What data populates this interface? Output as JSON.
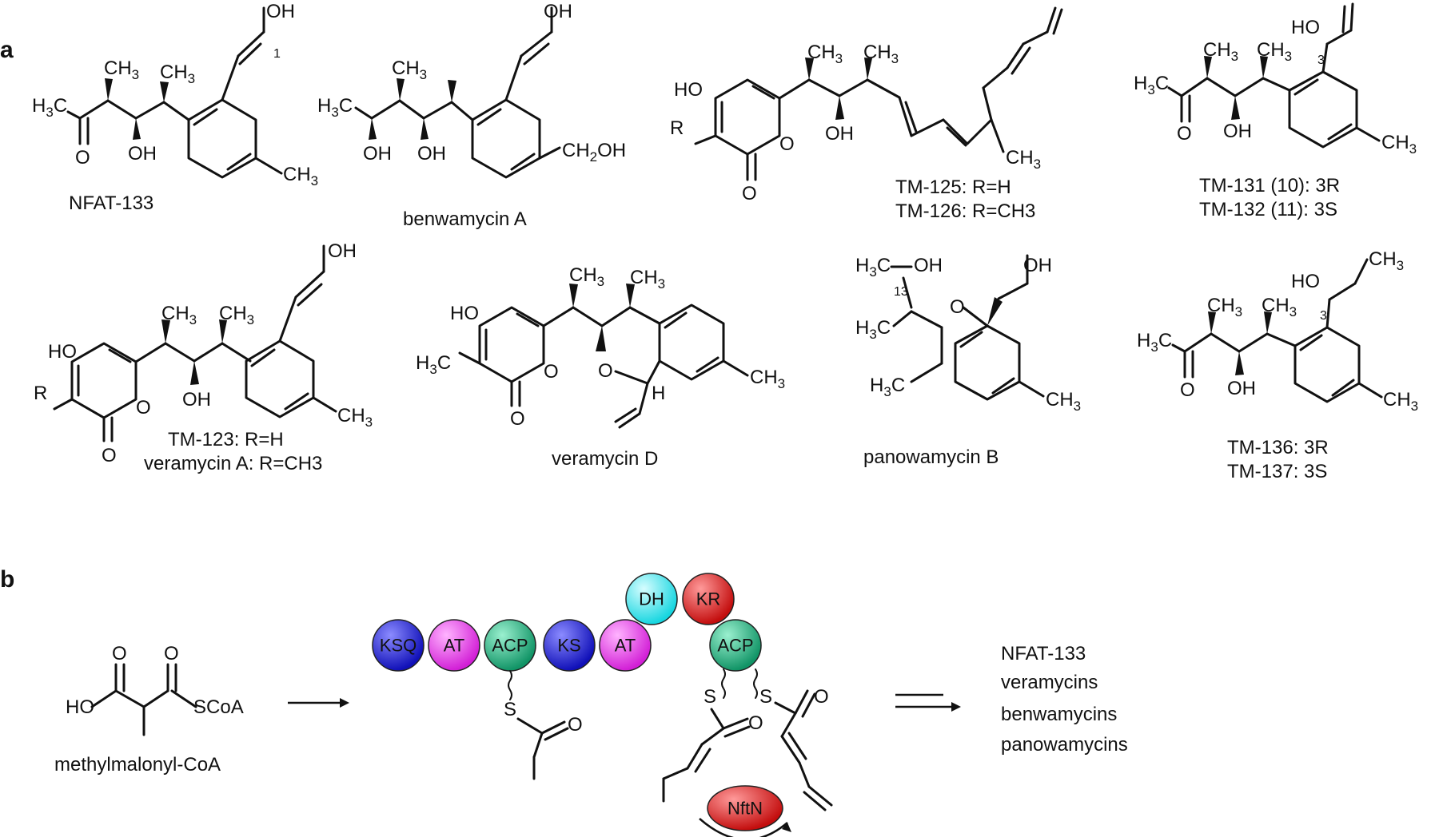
{
  "panel_a": {
    "label": "a",
    "compounds": [
      {
        "name": "NFAT-133"
      },
      {
        "name": "benwamycin A"
      },
      {
        "name_line1": "TM-125: R=H",
        "name_line2": "TM-126: R=CH3"
      },
      {
        "name_line1": "TM-131 (10): 3R",
        "name_line2": "TM-132 (11): 3S"
      },
      {
        "name_line1": "TM-123: R=H",
        "name_line2": "veramycin A: R=CH3"
      },
      {
        "name": "veramycin D"
      },
      {
        "name": "panowamycin B"
      },
      {
        "name_line1": "TM-136: 3R",
        "name_line2": "TM-137: 3S"
      }
    ]
  },
  "panel_b": {
    "label": "b",
    "substrate_name": "methylmalonyl-CoA",
    "domains": [
      {
        "label": "KSQ",
        "color": "#2a2ae0"
      },
      {
        "label": "AT",
        "color": "#e23ee6"
      },
      {
        "label": "ACP",
        "color": "#1fb889"
      },
      {
        "label": "KS",
        "color": "#2a2ae0"
      },
      {
        "label": "AT",
        "color": "#e23ee6"
      },
      {
        "label": "DH",
        "color": "#33e6ef"
      },
      {
        "label": "KR",
        "color": "#e81f1f"
      },
      {
        "label": "ACP",
        "color": "#1fb889"
      }
    ],
    "enzyme": {
      "label": "NftN",
      "color": "#e81f1f"
    },
    "products": [
      "NFAT-133",
      "veramycins",
      "benwamycins",
      "panowamycins"
    ]
  },
  "atom_labels": {
    "OH": "OH",
    "O": "O",
    "H3C": "H3C",
    "CH3": "CH3",
    "CH2OH": "CH2OH",
    "HO": "HO",
    "R": "R",
    "H": "H",
    "S": "S",
    "SCoA": "SCoA",
    "n1": "1",
    "n3": "3",
    "n13": "13"
  }
}
